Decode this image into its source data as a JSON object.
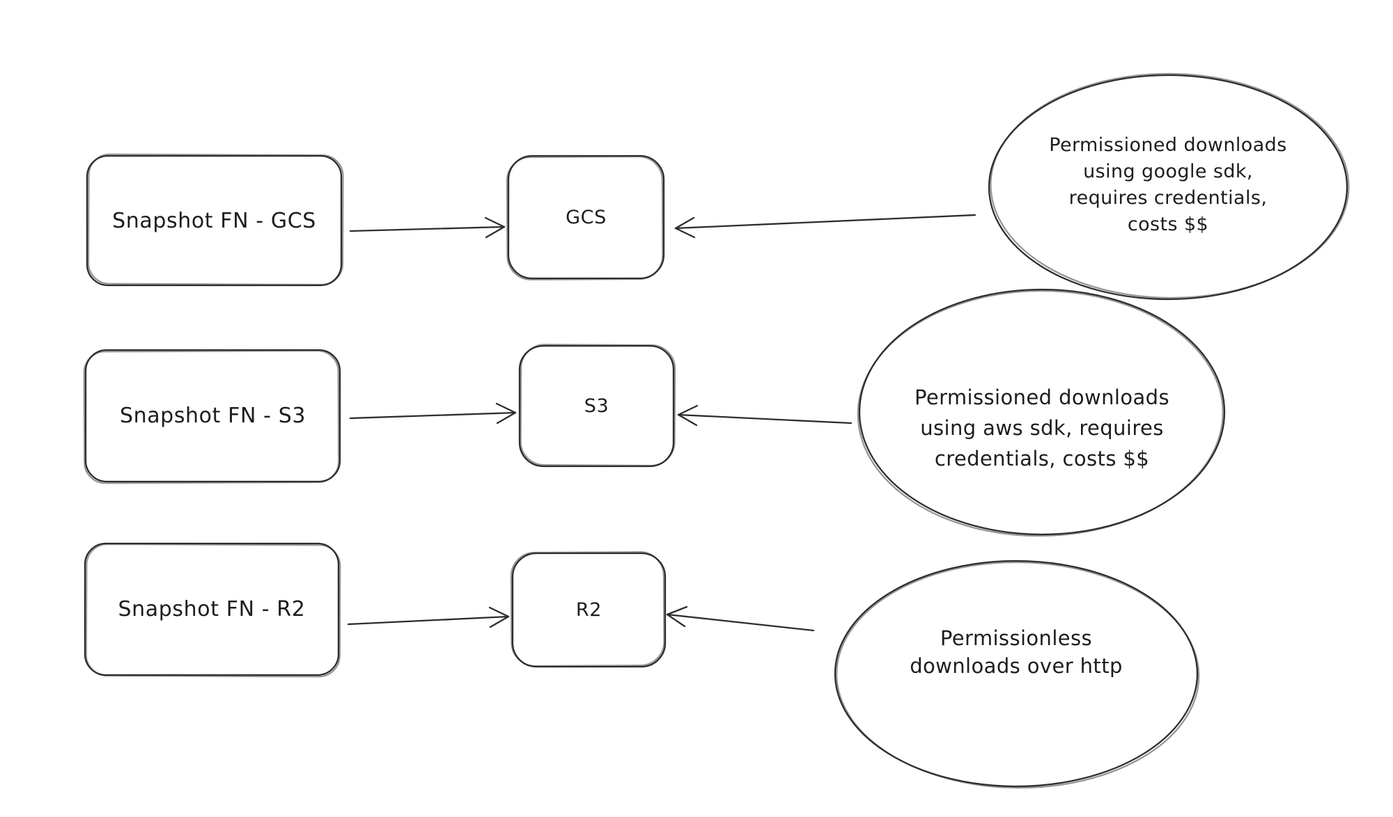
{
  "colors": {
    "background": "#ffffff",
    "stroke": "#2d2d2d",
    "text": "#1d1d1d"
  },
  "rows": [
    {
      "source_label": "Snapshot FN - GCS",
      "target_label": "GCS",
      "note_lines": [
        "Permissioned downloads",
        "using google sdk,",
        "requires credentials,",
        "costs $$"
      ]
    },
    {
      "source_label": "Snapshot FN - S3",
      "target_label": "S3",
      "note_lines": [
        "Permissioned downloads",
        "using aws sdk, requires",
        "credentials, costs $$"
      ]
    },
    {
      "source_label": "Snapshot FN - R2",
      "target_label": "R2",
      "note_lines": [
        "Permissionless",
        "downloads over http"
      ]
    }
  ]
}
